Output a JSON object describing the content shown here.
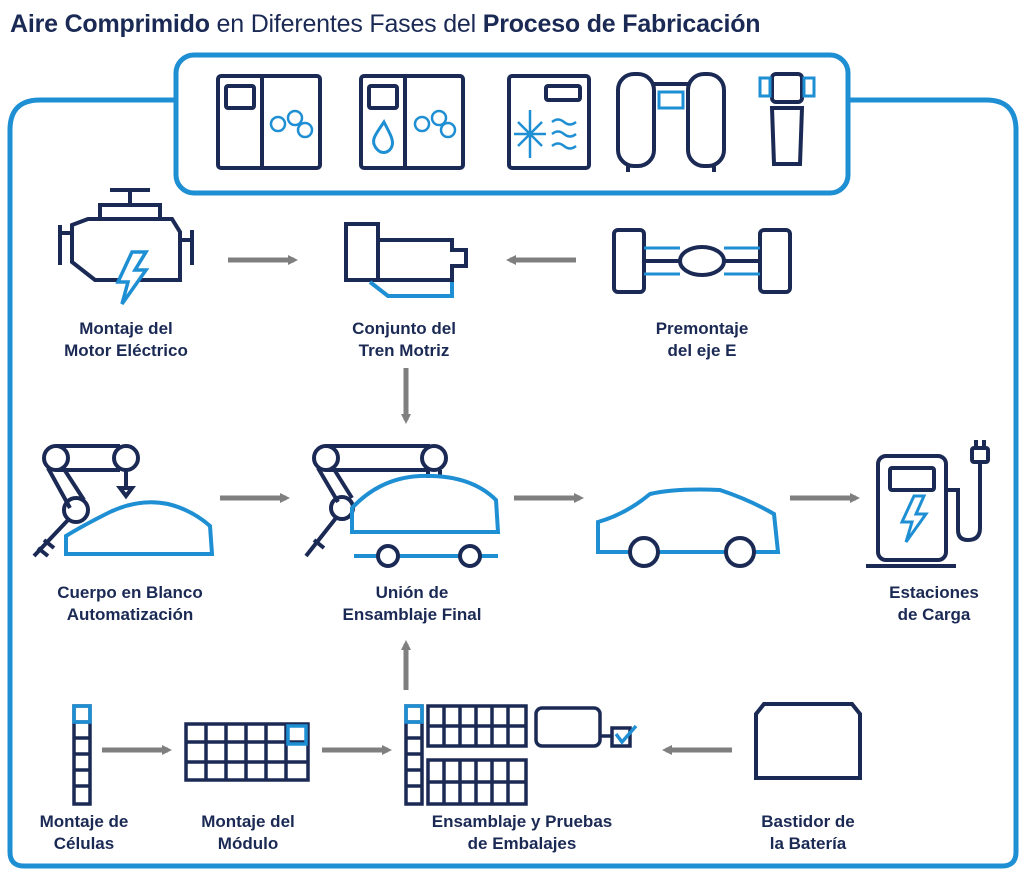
{
  "title": {
    "part1_bold": "Aire Comprimido",
    "part2": " en Diferentes Fases del ",
    "part3_bold": "Proceso de Fabricación"
  },
  "equipment_icons": [
    "air-dryer-compressor-icon",
    "water-cooled-compressor-icon",
    "refrigerated-dryer-icon",
    "air-receiver-tank-icon",
    "filter-icon"
  ],
  "stages": {
    "motor": {
      "line1": "Montaje del",
      "line2": "Motor Eléctrico"
    },
    "drivetrain": {
      "line1": "Conjunto del",
      "line2": "Tren Motriz"
    },
    "eaxle": {
      "line1": "Premontaje",
      "line2": "del eje E"
    },
    "body": {
      "line1": "Cuerpo en Blanco",
      "line2": "Automatización"
    },
    "final": {
      "line1": "Unión de",
      "line2": "Ensamblaje Final"
    },
    "charging": {
      "line1": "Estaciones",
      "line2": "de Carga"
    },
    "cells": {
      "line1": "Montaje de",
      "line2": "Células"
    },
    "module": {
      "line1": "Montaje del",
      "line2": "Módulo"
    },
    "pack": {
      "line1": "Ensamblaje y Pruebas",
      "line2": "de Embalajes"
    },
    "frame": {
      "line1": "Bastidor de",
      "line2": "la Batería"
    }
  },
  "colors": {
    "navy": "#1b2a55",
    "blue": "#1f8fd4",
    "arrow": "#7f7f7f"
  }
}
